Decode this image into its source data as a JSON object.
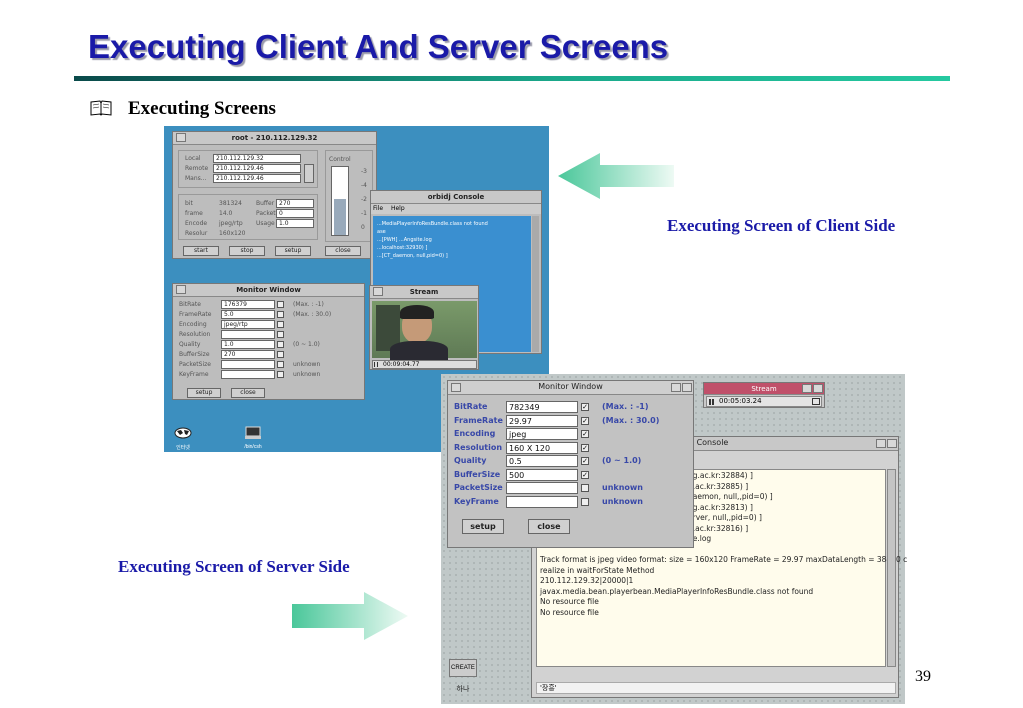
{
  "slide": {
    "title": "Executing Client And Server Screens",
    "bullet": "Executing Screens",
    "client_caption": "Executing Screen of Client Side",
    "server_caption": "Executing Screen of Server Side",
    "page_number": "39"
  },
  "client": {
    "root_window": {
      "title": "root - 210.112.129.32",
      "local_label": "Local",
      "local_value": "210.112.129.32",
      "remote_label": "Remote",
      "remote_value": "210.112.129.46",
      "mans_label": "Mans...",
      "mans_value": "210.112.129.46",
      "control_label": "Control",
      "bit_label": "bit",
      "bit_value": "381324",
      "frame_label": "frame",
      "frame_value": "14.0",
      "encode_label": "Encode",
      "encode_value": "jpeg/rtp",
      "resolu_label": "Resolur",
      "resolu_value": "160x120",
      "buffer_label": "Buffer",
      "buffer_value": "270",
      "packet_label": "Packet",
      "packet_value": "0",
      "usage_label": "Usage",
      "usage_value": "1.0",
      "ticks": [
        "-3",
        "-4",
        "-2",
        "-1",
        "0"
      ],
      "buttons": [
        "start",
        "stop",
        "setup",
        "close"
      ]
    },
    "console_window": {
      "title": "orbidj Console",
      "menu": [
        "File",
        "Help"
      ],
      "lines": [
        "...MediaPlayerInfoResBundle.class not found",
        "",
        "ase",
        "...[PWH] ...Angsite.log",
        "...localhost:32930) ]",
        "...[CT_daemon, null,pid=0) ]"
      ]
    },
    "monitor_window": {
      "title": "Monitor Window",
      "rows": [
        {
          "label": "BitRate",
          "value": "176379",
          "note": "(Max. : -1)"
        },
        {
          "label": "FrameRate",
          "value": "5.0",
          "note": "(Max. : 30.0)"
        },
        {
          "label": "Encoding",
          "value": "jpeg/rtp",
          "note": ""
        },
        {
          "label": "Resolution",
          "value": "",
          "note": ""
        },
        {
          "label": "Quality",
          "value": "1.0",
          "note": "(0 ~ 1.0)"
        },
        {
          "label": "BufferSize",
          "value": "270",
          "note": ""
        },
        {
          "label": "PacketSize",
          "value": "",
          "note": "unknown"
        },
        {
          "label": "KeyFrame",
          "value": "",
          "note": "unknown"
        }
      ],
      "buttons": [
        "setup",
        "close"
      ]
    },
    "stream_window": {
      "title": "Stream",
      "time": "00:09:04.77"
    },
    "desktop_icons": [
      "인터넷",
      "/bin/csh"
    ]
  },
  "server": {
    "monitor_window": {
      "title": "Monitor Window",
      "rows": [
        {
          "label": "BitRate",
          "value": "782349",
          "note": "(Max. : -1)",
          "checked": true
        },
        {
          "label": "FrameRate",
          "value": "29.97",
          "note": "(Max. : 30.0)",
          "checked": true
        },
        {
          "label": "Encoding",
          "value": "jpeg",
          "note": "",
          "checked": true
        },
        {
          "label": "Resolution",
          "value": "160 X 120",
          "note": "",
          "checked": true
        },
        {
          "label": "Quality",
          "value": "0.5",
          "note": "(0 ~ 1.0)",
          "checked": true
        },
        {
          "label": "BufferSize",
          "value": "500",
          "note": "",
          "checked": true
        },
        {
          "label": "PacketSize",
          "value": "",
          "note": "unknown",
          "checked": false
        },
        {
          "label": "KeyFrame",
          "value": "",
          "note": "unknown",
          "checked": false
        }
      ],
      "buttons": [
        "setup",
        "close"
      ]
    },
    "stream_window": {
      "title": "Stream",
      "time": "00:05:03.24"
    },
    "console_window": {
      "title": "xdj Console",
      "lines": [
        "ng.ac.kr:32884) ]",
        "g.ac.kr:32885) ]",
        "daemon, null,,pid=0) ]",
        "ng.ac.kr:32813) ]",
        "erver, null,,pid=0) ]",
        "g.ac.kr:32816) ]",
        "he.log",
        "",
        "Track format is jpeg video format: size = 160x120 FrameRate = 29.97 maxDataLength = 38400 c",
        "realize in waitForState Method",
        "210.112.129.32|20000|1",
        "javax.media.bean.playerbean.MediaPlayerInfoResBundle.class not found",
        "No resource file",
        "No resource file"
      ],
      "status": "'장흥'"
    },
    "taskbar": [
      "CREATE",
      "하나"
    ]
  },
  "colors": {
    "title": "#1a1aa8",
    "caption": "#1a1aa8",
    "desktop": "#3c8fbf",
    "rule": "#1aa88a"
  }
}
